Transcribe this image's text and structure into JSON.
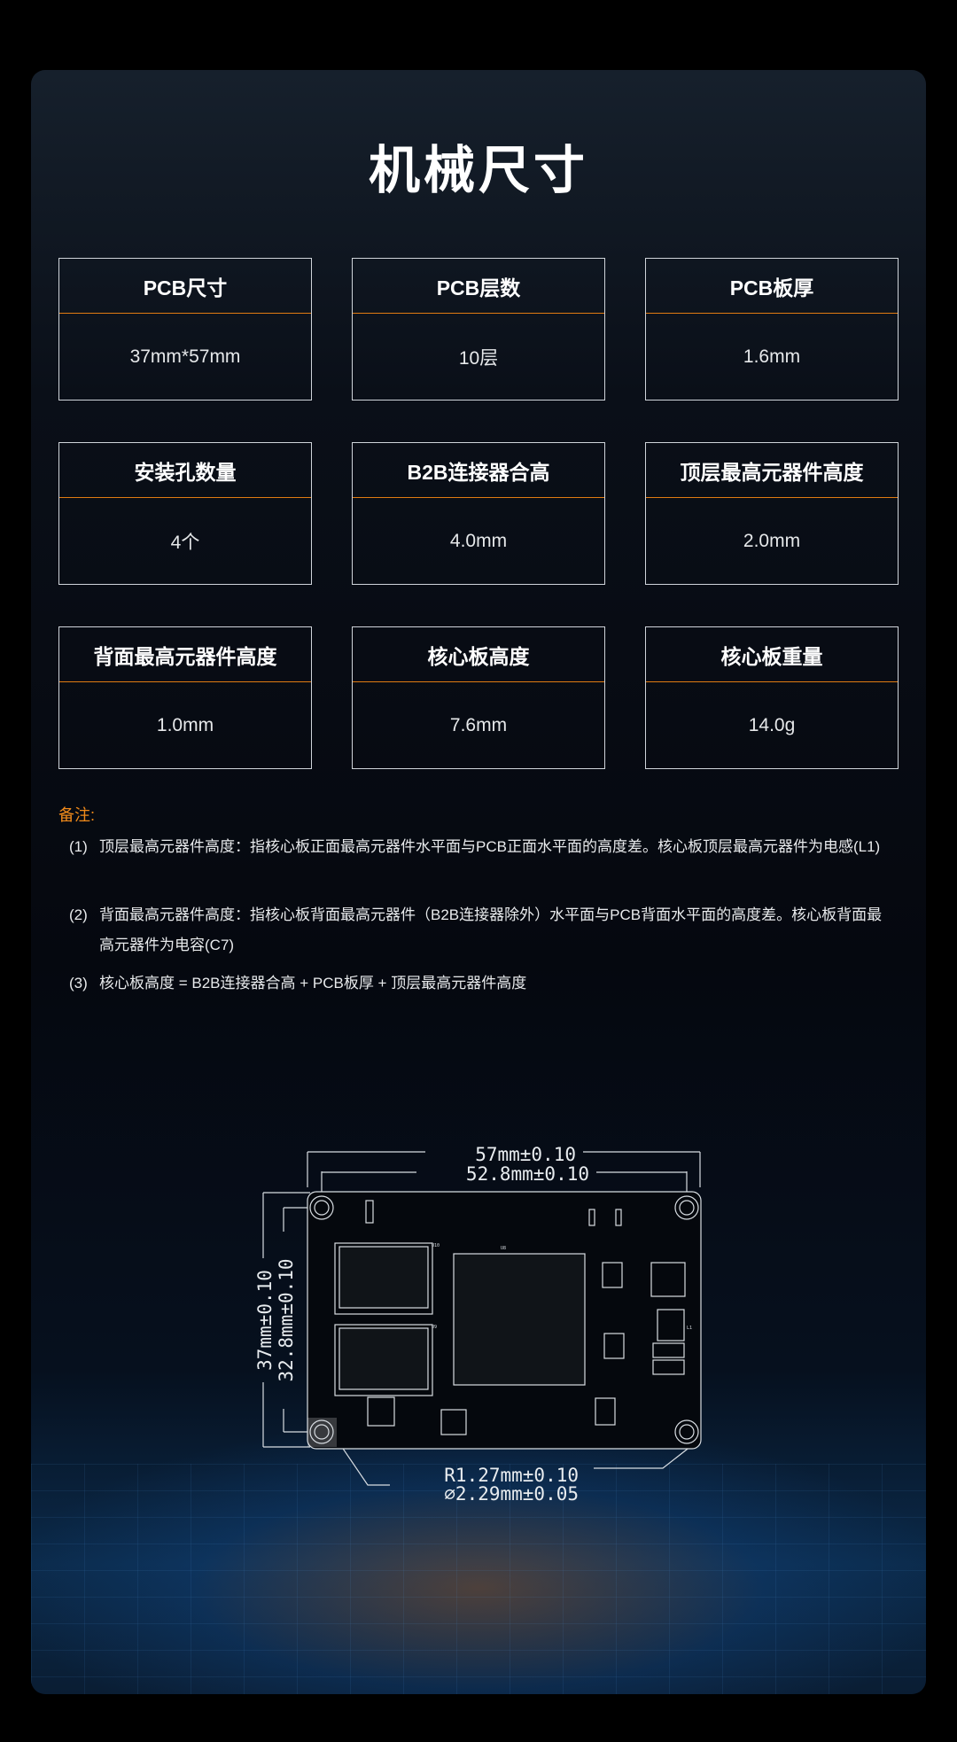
{
  "title": "机械尺寸",
  "specs": [
    {
      "label": "PCB尺寸",
      "value": "37mm*57mm"
    },
    {
      "label": "PCB层数",
      "value": "10层"
    },
    {
      "label": "PCB板厚",
      "value": "1.6mm"
    },
    {
      "label": "安装孔数量",
      "value": "4个"
    },
    {
      "label": "B2B连接器合高",
      "value": "4.0mm"
    },
    {
      "label": "顶层最高元器件高度",
      "value": "2.0mm"
    },
    {
      "label": "背面最高元器件高度",
      "value": "1.0mm"
    },
    {
      "label": "核心板高度",
      "value": "7.6mm"
    },
    {
      "label": "核心板重量",
      "value": "14.0g"
    }
  ],
  "notes": {
    "title": "备注:",
    "items": [
      {
        "num": "(1)",
        "text": "顶层最高元器件高度：指核心板正面最高元器件水平面与PCB正面水平面的高度差。核心板顶层最高元器件为电感(L1)"
      },
      {
        "num": "(2)",
        "text": "背面最高元器件高度：指核心板背面最高元器件（B2B连接器除外）水平面与PCB背面水平面的高度差。核心板背面最高元器件为电容(C7)"
      },
      {
        "num": "(3)",
        "text": "核心板高度 = B2B连接器合高 + PCB板厚 + 顶层最高元器件高度"
      }
    ]
  },
  "drawing": {
    "width_outer": "57mm±0.10",
    "width_inner": "52.8mm±0.10",
    "height_outer": "37mm±0.10",
    "height_inner": "32.8mm±0.10",
    "corner_radius": "R1.27mm±0.10",
    "hole_dia": "∅2.29mm±0.05",
    "chip_label": "U8",
    "ddr1_label": "U10",
    "ddr2_label": "U9",
    "inductor_label": "L1"
  }
}
